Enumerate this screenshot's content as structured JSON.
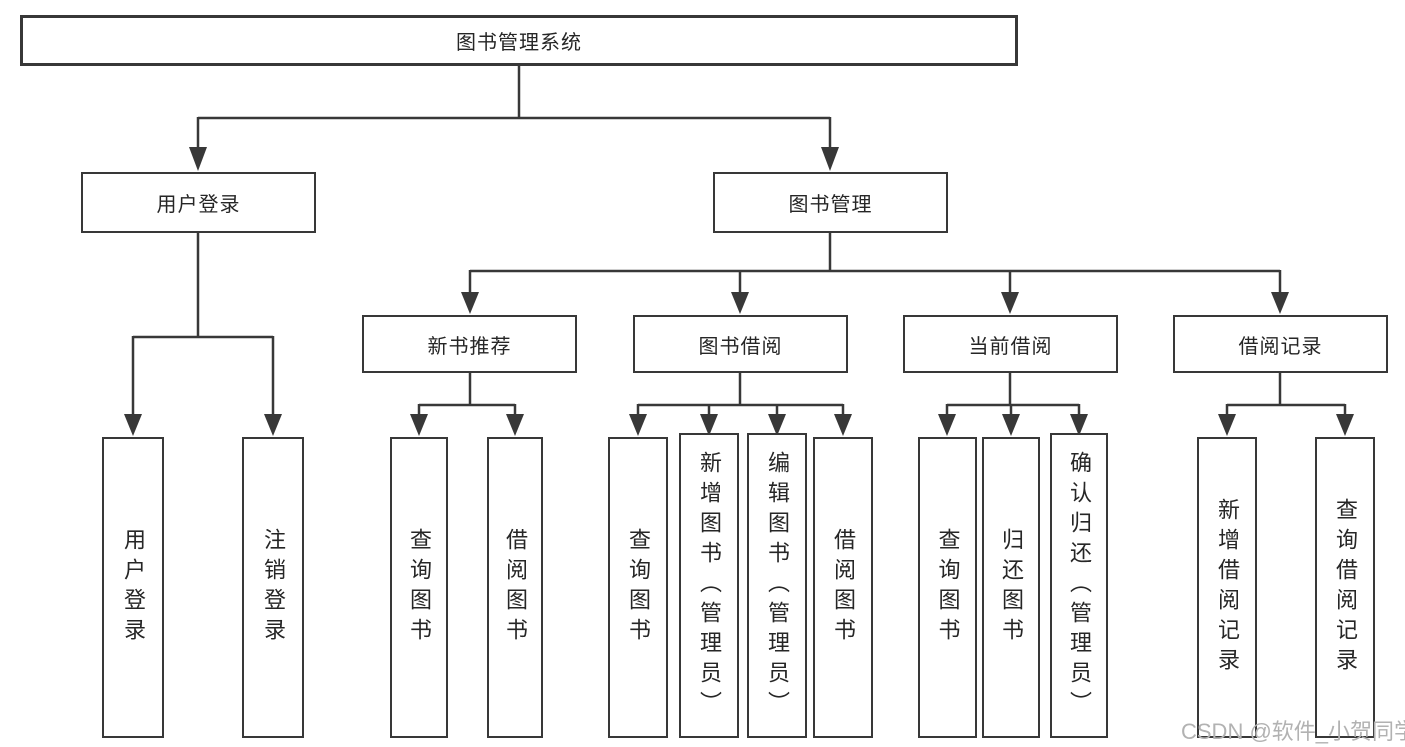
{
  "diagram_type": "hierarchy-tree",
  "colors": {
    "line": "#383838",
    "box_border": "#383838",
    "text": "#262626",
    "background": "#ffffff",
    "watermark": "#b2b2b2"
  },
  "tree": {
    "label": "图书管理系统",
    "children": [
      {
        "label": "用户登录",
        "children": [
          {
            "label": "用户登录"
          },
          {
            "label": "注销登录"
          }
        ]
      },
      {
        "label": "图书管理",
        "children": [
          {
            "label": "新书推荐",
            "children": [
              {
                "label": "查询图书"
              },
              {
                "label": "借阅图书"
              }
            ]
          },
          {
            "label": "图书借阅",
            "children": [
              {
                "label": "查询图书"
              },
              {
                "label": "新增图书（管理员）"
              },
              {
                "label": "编辑图书（管理员）"
              },
              {
                "label": "借阅图书"
              }
            ]
          },
          {
            "label": "当前借阅",
            "children": [
              {
                "label": "查询图书"
              },
              {
                "label": "归还图书"
              },
              {
                "label": "确认归还（管理员）"
              }
            ]
          },
          {
            "label": "借阅记录",
            "children": [
              {
                "label": "新增借阅记录"
              },
              {
                "label": "查询借阅记录"
              }
            ]
          }
        ]
      }
    ]
  },
  "watermark": {
    "text": "CSDN @软件_小贺同学"
  }
}
